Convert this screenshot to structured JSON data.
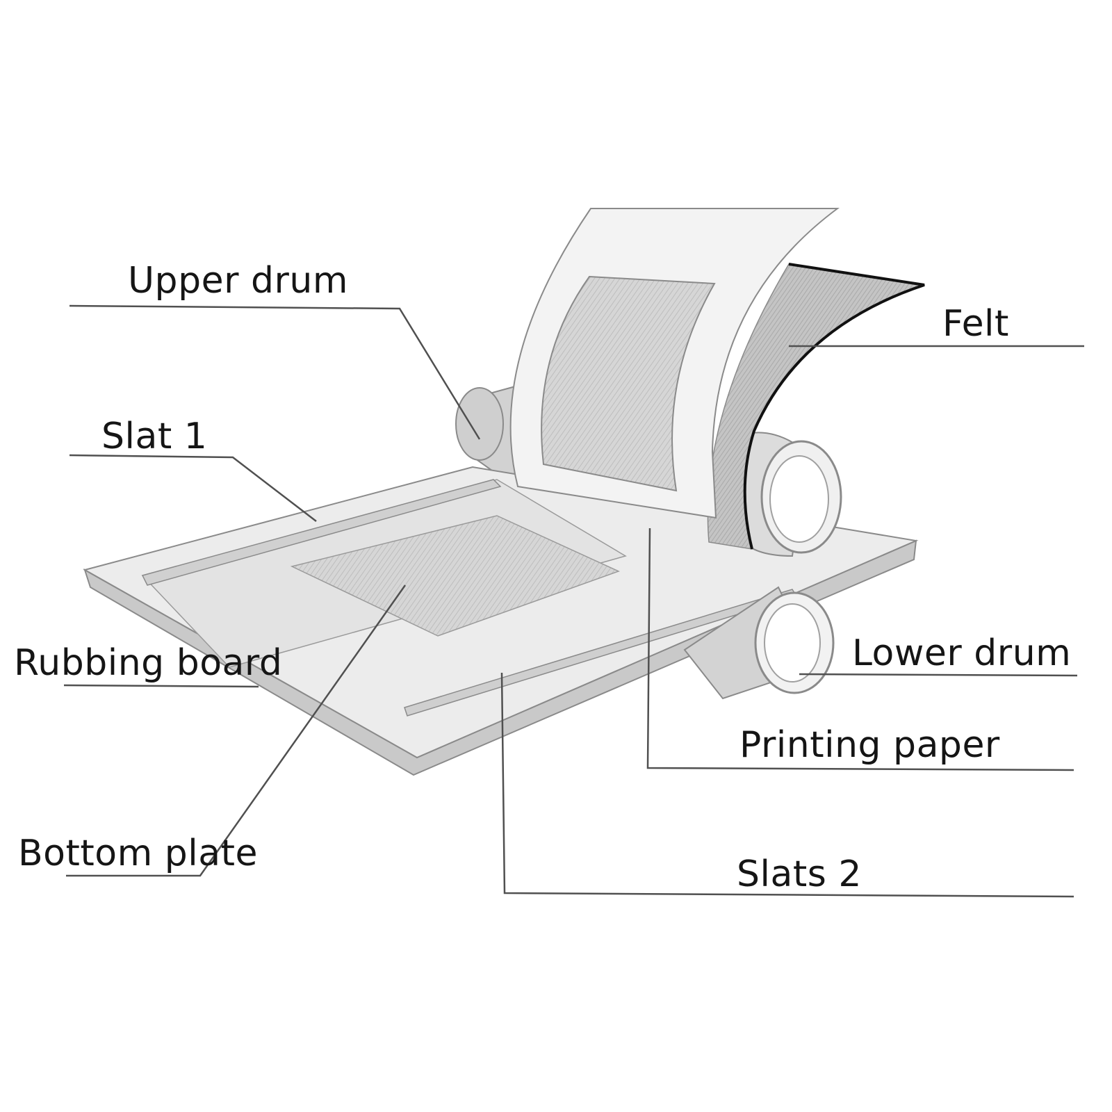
{
  "diagram": {
    "labels": {
      "upper_drum": "Upper drum",
      "felt": "Felt",
      "slat_1": "Slat 1",
      "rubbing_board": "Rubbing board",
      "lower_drum": "Lower drum",
      "printing_paper": "Printing paper",
      "bottom_plate": "Bottom plate",
      "slats_2": "Slats 2"
    },
    "colors": {
      "line": "#505050",
      "outline": "#8a8a8a",
      "board_light": "#efefef",
      "board_mid": "#dcdcdc",
      "board_dark": "#c9c9c9",
      "print_area": "#c2c2c2",
      "felt_edge": "#111111",
      "text": "#151515"
    }
  }
}
